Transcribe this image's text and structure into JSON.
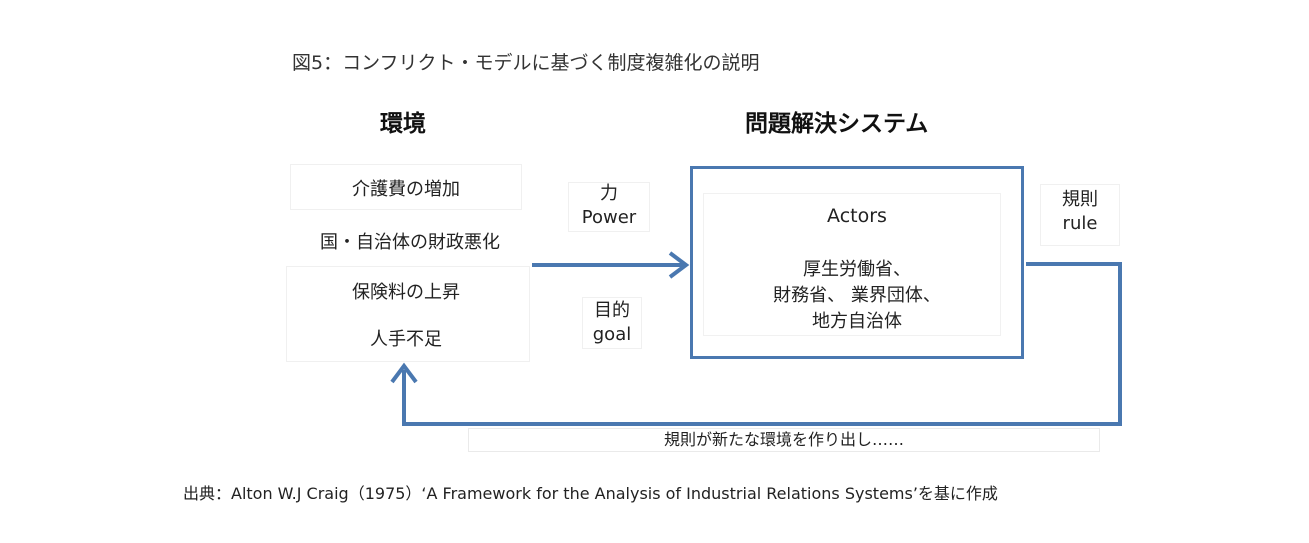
{
  "figure": {
    "title": "図5：コンフリクト・モデルに基づく制度複雑化の説明",
    "source": "出典：Alton W.J Craig（1975）‘A Framework for the Analysis of Industrial Relations Systems’を基に作成"
  },
  "environment": {
    "heading": "環境",
    "items": [
      "介護費の増加",
      "国・自治体の財政悪化",
      "保険料の上昇",
      "人手不足"
    ]
  },
  "system": {
    "heading": "問題解決システム",
    "actors_title": "Actors",
    "actors": [
      "厚生労働省、",
      "財務省、 業界団体、",
      "地方自治体"
    ]
  },
  "inputs": {
    "power_jp": "力",
    "power_en": "Power",
    "goal_jp": "目的",
    "goal_en": "goal"
  },
  "output": {
    "rule_jp": "規則",
    "rule_en": "rule"
  },
  "feedback": {
    "caption": "規則が新たな環境を作り出し……"
  },
  "colors": {
    "arrow": "#4a78b0",
    "box_border": "#4a78b0"
  }
}
